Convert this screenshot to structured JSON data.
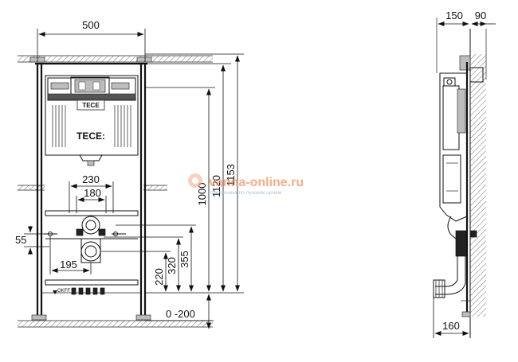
{
  "front_view": {
    "brand_plate": "TECE",
    "brand_logo": "TECE:",
    "flush_label": "OKFF",
    "dimensions": {
      "frame_width": "500",
      "height_1153": "1153",
      "height_1120": "1120",
      "height_1000": "1000",
      "bolt_distance_230": "230",
      "bolt_distance_180": "180",
      "offset_55": "55",
      "offset_195": "195",
      "height_220": "220",
      "height_320": "320",
      "height_355": "355",
      "adjust_range": "0 -200"
    }
  },
  "side_view": {
    "dimensions": {
      "depth_150": "150",
      "depth_90": "90",
      "depth_160": "160"
    }
  },
  "watermark": {
    "site": "vanna-online.ru",
    "tagline": "сантехника по лучшим ценам"
  }
}
